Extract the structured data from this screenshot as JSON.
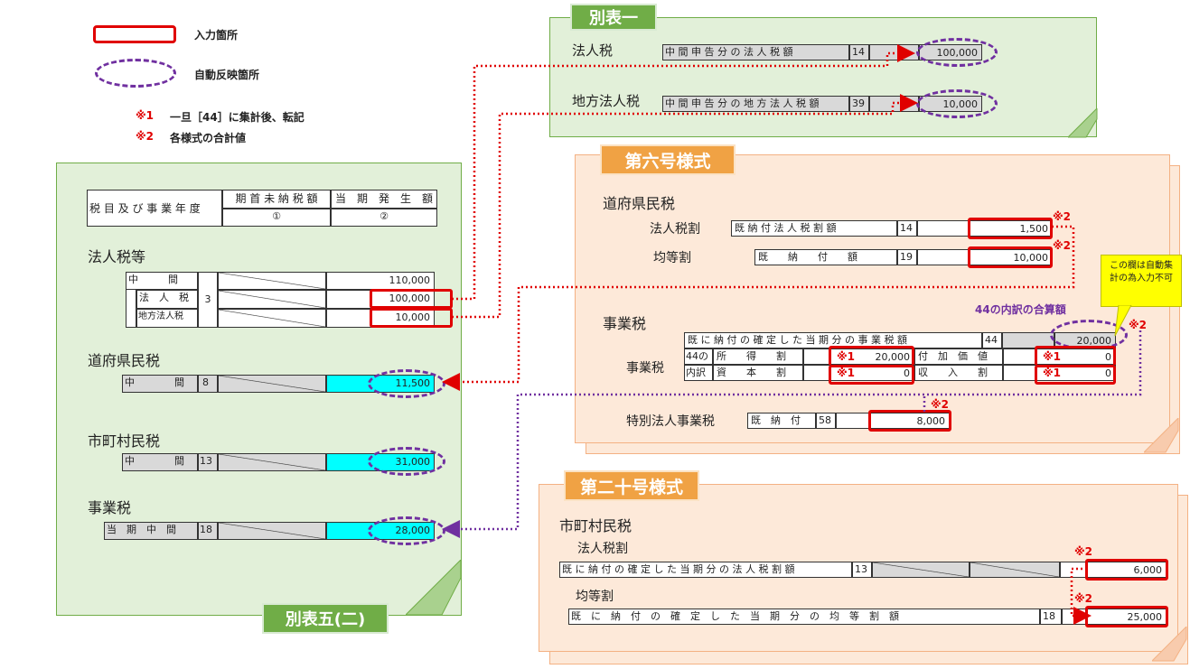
{
  "legend": {
    "input_label": "入力箇所",
    "auto_label": "自動反映箇所",
    "note1_mark": "※1",
    "note1_text": "一旦［44］に集計後、転記",
    "note2_mark": "※2",
    "note2_text": "各様式の合計値"
  },
  "beppyo1": {
    "tab": "別表一",
    "row1": {
      "section": "法人税",
      "label": "中 間 申 告 分 の 法 人 税 額",
      "no": "14",
      "value": "100,000"
    },
    "row2": {
      "section": "地方法人税",
      "label": "中 間 申 告 分 の 地 方 法 人 税 額",
      "no": "39",
      "value": "10,000"
    }
  },
  "form6": {
    "tab": "第六号様式",
    "section_pref": "道府県民税",
    "houjin_label": "法人税割",
    "houjin_field": "既 納 付 法 人 税 割 額",
    "houjin_no": "14",
    "houjin_value": "1,500",
    "kinto_label": "均等割",
    "kinto_field": "既　　納　　付　　額",
    "kinto_no": "19",
    "kinto_value": "10,000",
    "section_biz": "事業税",
    "callout": "この欄は自動集計の為入力不可",
    "sum_caption": "44の内訳の合算額",
    "biz_total_label": "既 に 納 付 の 確 定 し た 当 期 分 の 事 業 税 額",
    "biz_total_no": "44",
    "biz_total_value": "20,000",
    "biz_sub_label": "事業税",
    "breakdown_top": "44の",
    "breakdown_bottom": "内訳",
    "shotoku_label": "所　　得　　割",
    "shotoku_value": "20,000",
    "fuka_label": "付　加　価　値",
    "fuka_value": "0",
    "shihon_label": "資　　本　　割",
    "shihon_value": "0",
    "shunyu_label": "収　　入　　割",
    "shunyu_value": "0",
    "special_label": "特別法人事業税",
    "special_field": "既　納　付",
    "special_no": "58",
    "special_value": "8,000",
    "mark1": "※1",
    "mark2": "※2"
  },
  "form20": {
    "tab": "第二十号様式",
    "section": "市町村民税",
    "houjin_label": "法人税割",
    "houjin_field": "既 に 納 付 の 確 定 し た 当 期 分 の 法 人 税 割 額",
    "houjin_no": "13",
    "houjin_value": "6,000",
    "kinto_label": "均等割",
    "kinto_field": "既　に　納　付　の　確　定　し　た　当　期　分　の　均　等　割　額",
    "kinto_no": "18",
    "kinto_value": "25,000",
    "mark2": "※2"
  },
  "beppyo5": {
    "tab": "別表五(二)",
    "header_col0": "税 目 及 び 事 業 年 度",
    "header_col1": "期 首 未 納 税 額",
    "header_col2": "当　期　発　生　額",
    "header_sub1": "①",
    "header_sub2": "②",
    "sec1": "法人税等",
    "chukan": "中　　　間",
    "chukan_value": "110,000",
    "houjinzei": "法　人　税",
    "row_no3": "3",
    "houjinzei_value": "100,000",
    "chihou": "地方法人税",
    "chihou_value": "10,000",
    "sec2": "道府県民税",
    "pref_label": "中　　　　間",
    "pref_no": "8",
    "pref_value": "11,500",
    "sec3": "市町村民税",
    "city_label": "中　　　　間",
    "city_no": "13",
    "city_value": "31,000",
    "sec4": "事業税",
    "biz_label": "当　期　中　間",
    "biz_no": "18",
    "biz_value": "28,000"
  }
}
